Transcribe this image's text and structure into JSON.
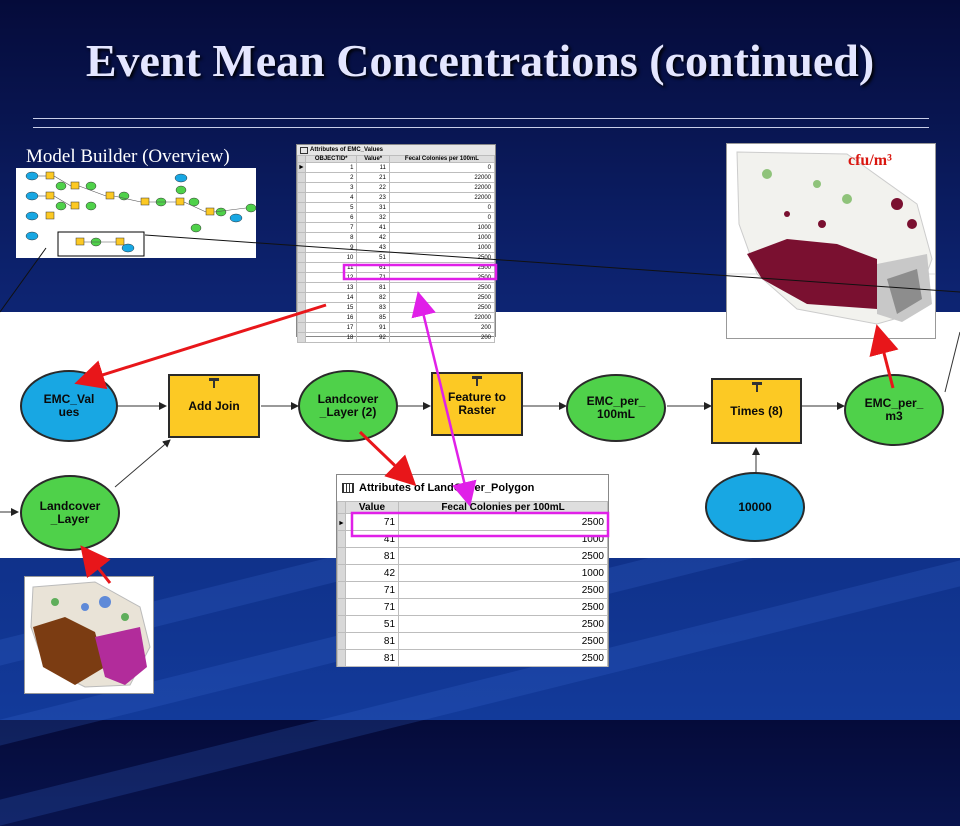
{
  "slide": {
    "title": "Event Mean Concentrations (continued)",
    "model_builder_label": "Model Builder (Overview)",
    "units_label": "cfu/m³"
  },
  "nodes": {
    "emc_values": "EMC_Values",
    "add_join": "Add Join",
    "landcover_layer_2": "Landcover _Layer (2)",
    "feature_to_raster": "Feature to Raster",
    "emc_per_100ml": "EMC_per_ 100mL",
    "times_8": "Times (8)",
    "emc_per_m3": "EMC_per_ m3",
    "constant_10000": "10000",
    "landcover_layer": "Landcover _Layer"
  },
  "emc_table": {
    "title": "Attributes of EMC_Values",
    "columns": [
      "OBJECTID*",
      "Value*",
      "Fecal Colonies per 100mL"
    ],
    "rows": [
      [
        "1",
        "11",
        "0"
      ],
      [
        "2",
        "21",
        "22000"
      ],
      [
        "3",
        "22",
        "22000"
      ],
      [
        "4",
        "23",
        "22000"
      ],
      [
        "5",
        "31",
        "0"
      ],
      [
        "6",
        "32",
        "0"
      ],
      [
        "7",
        "41",
        "1000"
      ],
      [
        "8",
        "42",
        "1000"
      ],
      [
        "9",
        "43",
        "1000"
      ],
      [
        "10",
        "51",
        "2500"
      ],
      [
        "11",
        "61",
        "2500"
      ],
      [
        "12",
        "71",
        "2500"
      ],
      [
        "13",
        "81",
        "2500"
      ],
      [
        "14",
        "82",
        "2500"
      ],
      [
        "15",
        "83",
        "2500"
      ],
      [
        "16",
        "85",
        "22000"
      ],
      [
        "17",
        "91",
        "200"
      ],
      [
        "18",
        "92",
        "200"
      ]
    ]
  },
  "landcover_table": {
    "title": "Attributes of LandCover_Polygon",
    "columns": [
      "Value",
      "Fecal Colonies per 100mL"
    ],
    "rows": [
      [
        "71",
        "2500"
      ],
      [
        "41",
        "1000"
      ],
      [
        "81",
        "2500"
      ],
      [
        "42",
        "1000"
      ],
      [
        "71",
        "2500"
      ],
      [
        "71",
        "2500"
      ],
      [
        "51",
        "2500"
      ],
      [
        "81",
        "2500"
      ],
      [
        "81",
        "2500"
      ]
    ]
  },
  "colors": {
    "input_node": "#18a7e3",
    "output_node": "#4fd14a",
    "tool_node": "#fcc924",
    "arrow_red": "#e8161a",
    "highlight_magenta": "#e020e8"
  }
}
